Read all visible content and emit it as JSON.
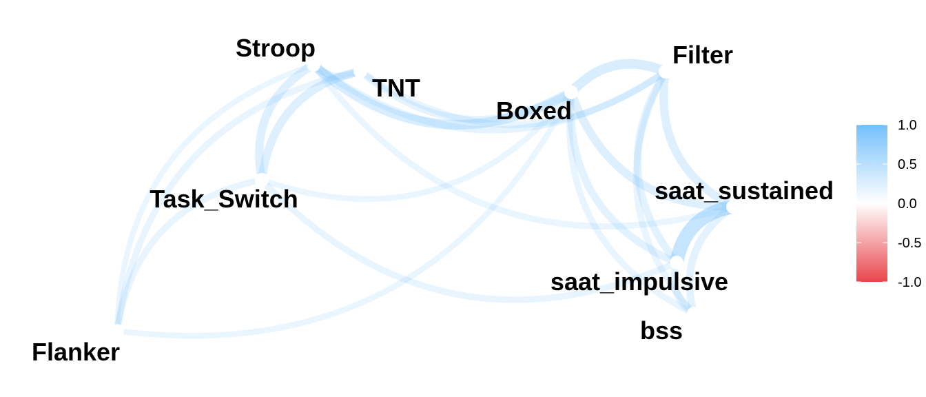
{
  "chart_data": {
    "type": "network",
    "title": "",
    "nodes": [
      "Stroop",
      "TNT",
      "Boxed",
      "Filter",
      "Task_Switch",
      "saat_sustained",
      "saat_impulsive",
      "bss",
      "Flanker"
    ],
    "edges": [
      {
        "from": "saat_sustained",
        "to": "saat_impulsive",
        "r": 0.35
      },
      {
        "from": "Stroop",
        "to": "Boxed",
        "r": 0.2
      },
      {
        "from": "Filter",
        "to": "Boxed",
        "r": 0.2
      },
      {
        "from": "Stroop",
        "to": "Task_Switch",
        "r": 0.15
      },
      {
        "from": "TNT",
        "to": "Task_Switch",
        "r": 0.15
      },
      {
        "from": "Filter",
        "to": "saat_sustained",
        "r": 0.15
      },
      {
        "from": "Boxed",
        "to": "saat_sustained",
        "r": 0.15
      },
      {
        "from": "Boxed",
        "to": "saat_impulsive",
        "r": 0.12
      },
      {
        "from": "Filter",
        "to": "saat_impulsive",
        "r": 0.12
      },
      {
        "from": "saat_sustained",
        "to": "bss",
        "r": 0.12
      },
      {
        "from": "saat_impulsive",
        "to": "bss",
        "r": 0.12
      },
      {
        "from": "Stroop",
        "to": "Filter",
        "r": 0.1
      },
      {
        "from": "Stroop",
        "to": "TNT",
        "r": 0.1
      },
      {
        "from": "TNT",
        "to": "Boxed",
        "r": 0.1
      },
      {
        "from": "TNT",
        "to": "Filter",
        "r": 0.08
      },
      {
        "from": "Task_Switch",
        "to": "Flanker",
        "r": 0.08
      },
      {
        "from": "TNT",
        "to": "Flanker",
        "r": 0.08
      },
      {
        "from": "Stroop",
        "to": "Flanker",
        "r": 0.05
      },
      {
        "from": "Task_Switch",
        "to": "saat_impulsive",
        "r": 0.08
      },
      {
        "from": "Task_Switch",
        "to": "Boxed",
        "r": 0.06
      },
      {
        "from": "Stroop",
        "to": "saat_sustained",
        "r": 0.07
      },
      {
        "from": "Boxed",
        "to": "bss",
        "r": 0.08
      },
      {
        "from": "Filter",
        "to": "bss",
        "r": 0.08
      },
      {
        "from": "Flanker",
        "to": "Boxed",
        "r": 0.06
      }
    ],
    "legend": {
      "position": "right",
      "ticks": [
        "1.0",
        "0.5",
        "0.0",
        "-0.5",
        "-1.0"
      ],
      "range": [
        -1,
        1
      ],
      "colors": {
        "low": "#E8464B",
        "mid": "#FFFFFF",
        "high": "#74C0FC"
      }
    }
  }
}
